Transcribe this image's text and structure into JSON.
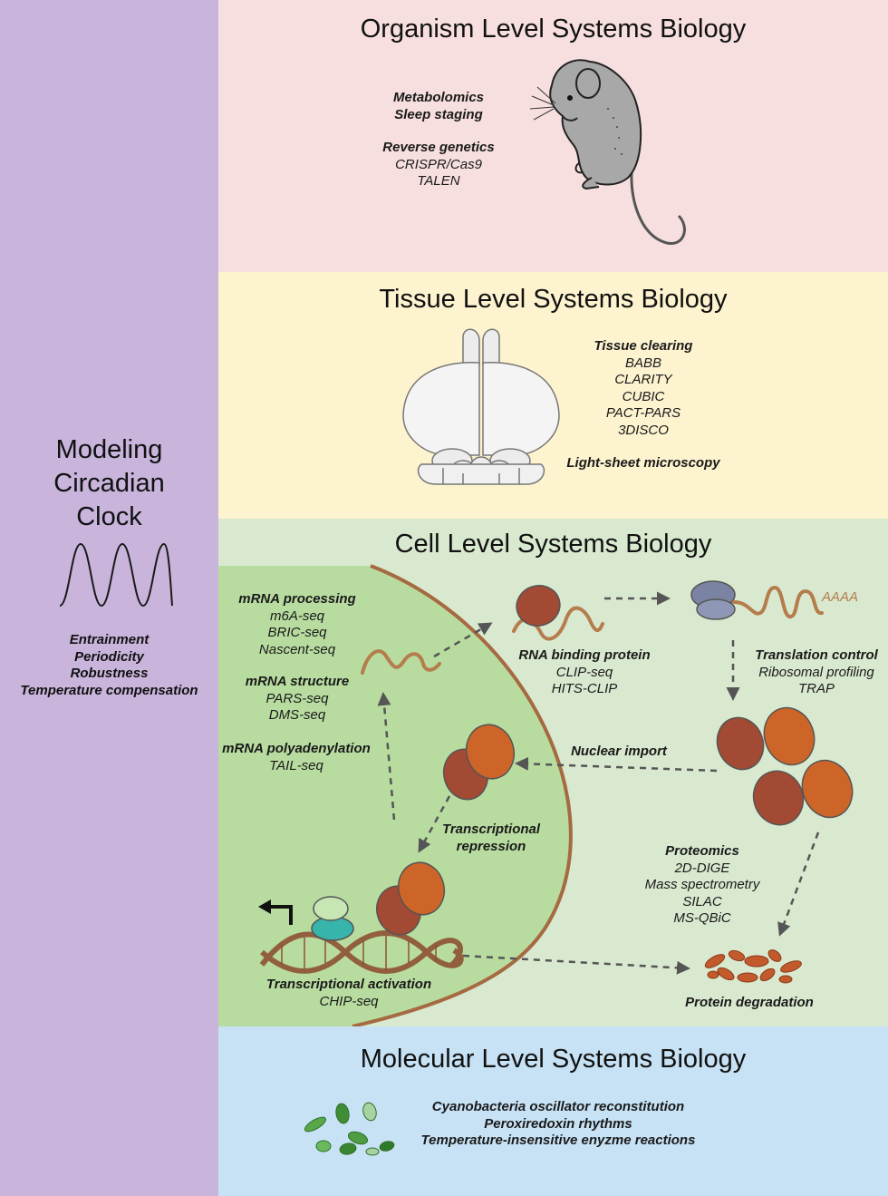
{
  "sidebar": {
    "title_lines": [
      "Modeling",
      "Circadian",
      "Clock"
    ],
    "properties": [
      "Entrainment",
      "Periodicity",
      "Robustness",
      "Temperature compensation"
    ]
  },
  "colors": {
    "sidebar": "#c9b4dc",
    "organism_panel": "#f7dfdf",
    "tissue_panel": "#fdf3cf",
    "cell_panel": "#d9e9cf",
    "nucleus": "#b8dca0",
    "molecular_panel": "#c6e2f4",
    "protein_brown": "#a24a33",
    "protein_orange": "#cd6528",
    "mrna": "#b57c4c",
    "arrow": "#555555"
  },
  "organism": {
    "title": "Organism Level Systems Biology",
    "group1": [
      "Metabolomics",
      "Sleep staging"
    ],
    "group2_heading": "Reverse genetics",
    "group2_items": [
      "CRISPR/Cas9",
      "TALEN"
    ],
    "icon": "mouse-icon"
  },
  "tissue": {
    "title": "Tissue Level Systems Biology",
    "clearing_heading": "Tissue clearing",
    "clearing_items": [
      "BABB",
      "CLARITY",
      "CUBIC",
      "PACT-PARS",
      "3DISCO"
    ],
    "microscopy": "Light-sheet microscopy",
    "icon": "brain-icon"
  },
  "cell": {
    "title": "Cell Level Systems Biology",
    "mrna_processing": {
      "heading": "mRNA processing",
      "items": [
        "m6A-seq",
        "BRIC-seq",
        "Nascent-seq"
      ]
    },
    "mrna_structure": {
      "heading": "mRNA structure",
      "items": [
        "PARS-seq",
        "DMS-seq"
      ]
    },
    "mrna_polyadenylation": {
      "heading": "mRNA polyadenylation",
      "items": [
        "TAIL-seq"
      ]
    },
    "rna_binding": {
      "heading": "RNA binding protein",
      "items": [
        "CLIP-seq",
        "HITS-CLIP"
      ]
    },
    "translation": {
      "heading": "Translation control",
      "items": [
        "Ribosomal profiling",
        "TRAP"
      ]
    },
    "poly_a": "AAAA",
    "nuclear_import": "Nuclear import",
    "repression": [
      "Transcriptional",
      "repression"
    ],
    "activation": {
      "heading": "Transcriptional activation",
      "items": [
        "CHIP-seq"
      ]
    },
    "proteomics": {
      "heading": "Proteomics",
      "items": [
        "2D-DIGE",
        "Mass spectrometry",
        "SILAC",
        "MS-QBiC"
      ]
    },
    "degradation": "Protein degradation"
  },
  "molecular": {
    "title": "Molecular Level Systems Biology",
    "items": [
      "Cyanobacteria oscillator reconstitution",
      "Peroxiredoxin rhythms",
      "Temperature-insensitive enyzme reactions"
    ]
  }
}
